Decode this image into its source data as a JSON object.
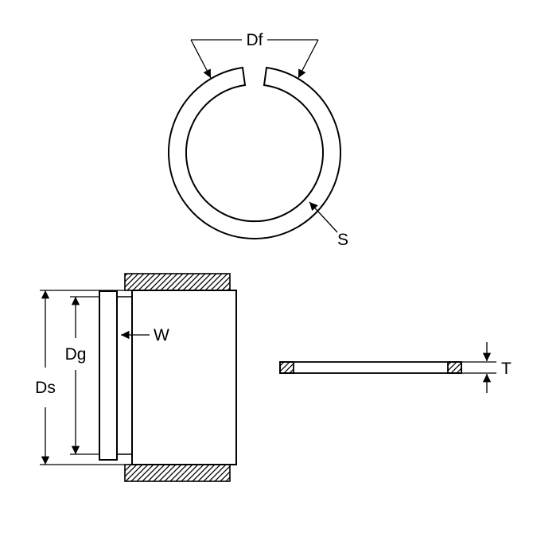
{
  "labels": {
    "df": "Df",
    "s": "S",
    "dg": "Dg",
    "ds": "Ds",
    "w": "W",
    "t": "T"
  },
  "colors": {
    "line": "#000000",
    "background": "#ffffff"
  }
}
